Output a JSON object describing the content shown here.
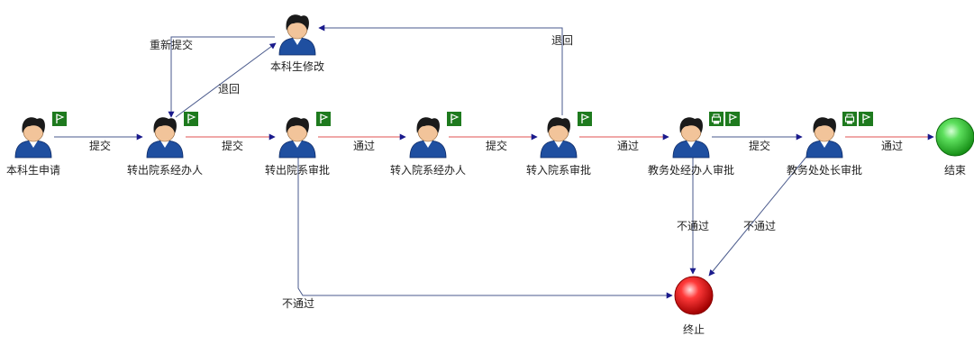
{
  "nodes": [
    {
      "id": "n1",
      "label": "本科生申请",
      "type": "person",
      "badges": [
        "flag"
      ]
    },
    {
      "id": "n2",
      "label": "转出院系经办人",
      "type": "person",
      "badges": [
        "flag"
      ]
    },
    {
      "id": "n3",
      "label": "转出院系审批",
      "type": "person",
      "badges": [
        "flag"
      ]
    },
    {
      "id": "n4",
      "label": "转入院系经办人",
      "type": "person",
      "badges": [
        "flag"
      ]
    },
    {
      "id": "n5",
      "label": "转入院系审批",
      "type": "person",
      "badges": [
        "flag"
      ]
    },
    {
      "id": "n6",
      "label": "教务处经办人审批",
      "type": "person",
      "badges": [
        "printer",
        "flag"
      ]
    },
    {
      "id": "n7",
      "label": "教务处处长审批",
      "type": "person",
      "badges": [
        "printer",
        "flag"
      ]
    },
    {
      "id": "n8",
      "label": "结束",
      "type": "end-success"
    },
    {
      "id": "n9",
      "label": "本科生修改",
      "type": "person",
      "badges": []
    },
    {
      "id": "n10",
      "label": "终止",
      "type": "end-fail"
    }
  ],
  "edges": [
    {
      "id": "e1",
      "from": "n1",
      "to": "n2",
      "label": "提交"
    },
    {
      "id": "e2",
      "from": "n2",
      "to": "n3",
      "label": "提交"
    },
    {
      "id": "e3",
      "from": "n3",
      "to": "n4",
      "label": "通过"
    },
    {
      "id": "e4",
      "from": "n4",
      "to": "n5",
      "label": "提交"
    },
    {
      "id": "e5",
      "from": "n5",
      "to": "n6",
      "label": "通过"
    },
    {
      "id": "e6",
      "from": "n6",
      "to": "n7",
      "label": "提交"
    },
    {
      "id": "e7",
      "from": "n7",
      "to": "n8",
      "label": "通过"
    },
    {
      "id": "e8",
      "from": "n2",
      "to": "n9",
      "label": "退回"
    },
    {
      "id": "e9",
      "from": "n9",
      "to": "n2",
      "label": "重新提交"
    },
    {
      "id": "e10",
      "from": "n5",
      "to": "n9",
      "label": "退回"
    },
    {
      "id": "e11",
      "from": "n3",
      "to": "n10",
      "label": "不通过"
    },
    {
      "id": "e12",
      "from": "n6",
      "to": "n10",
      "label": "不通过"
    },
    {
      "id": "e13",
      "from": "n7",
      "to": "n10",
      "label": "不通过"
    }
  ],
  "colors": {
    "edge_blue": "#4a5a8c",
    "edge_red": "#e05050",
    "arrow": "#1a1a8c",
    "badge_green": "#1e7a1e",
    "shirt_blue": "#1f4fa0",
    "hair": "#1a1a1a",
    "skin": "#f2c49a",
    "end_green": "#2fbf2f",
    "end_red": "#e41b1b"
  }
}
